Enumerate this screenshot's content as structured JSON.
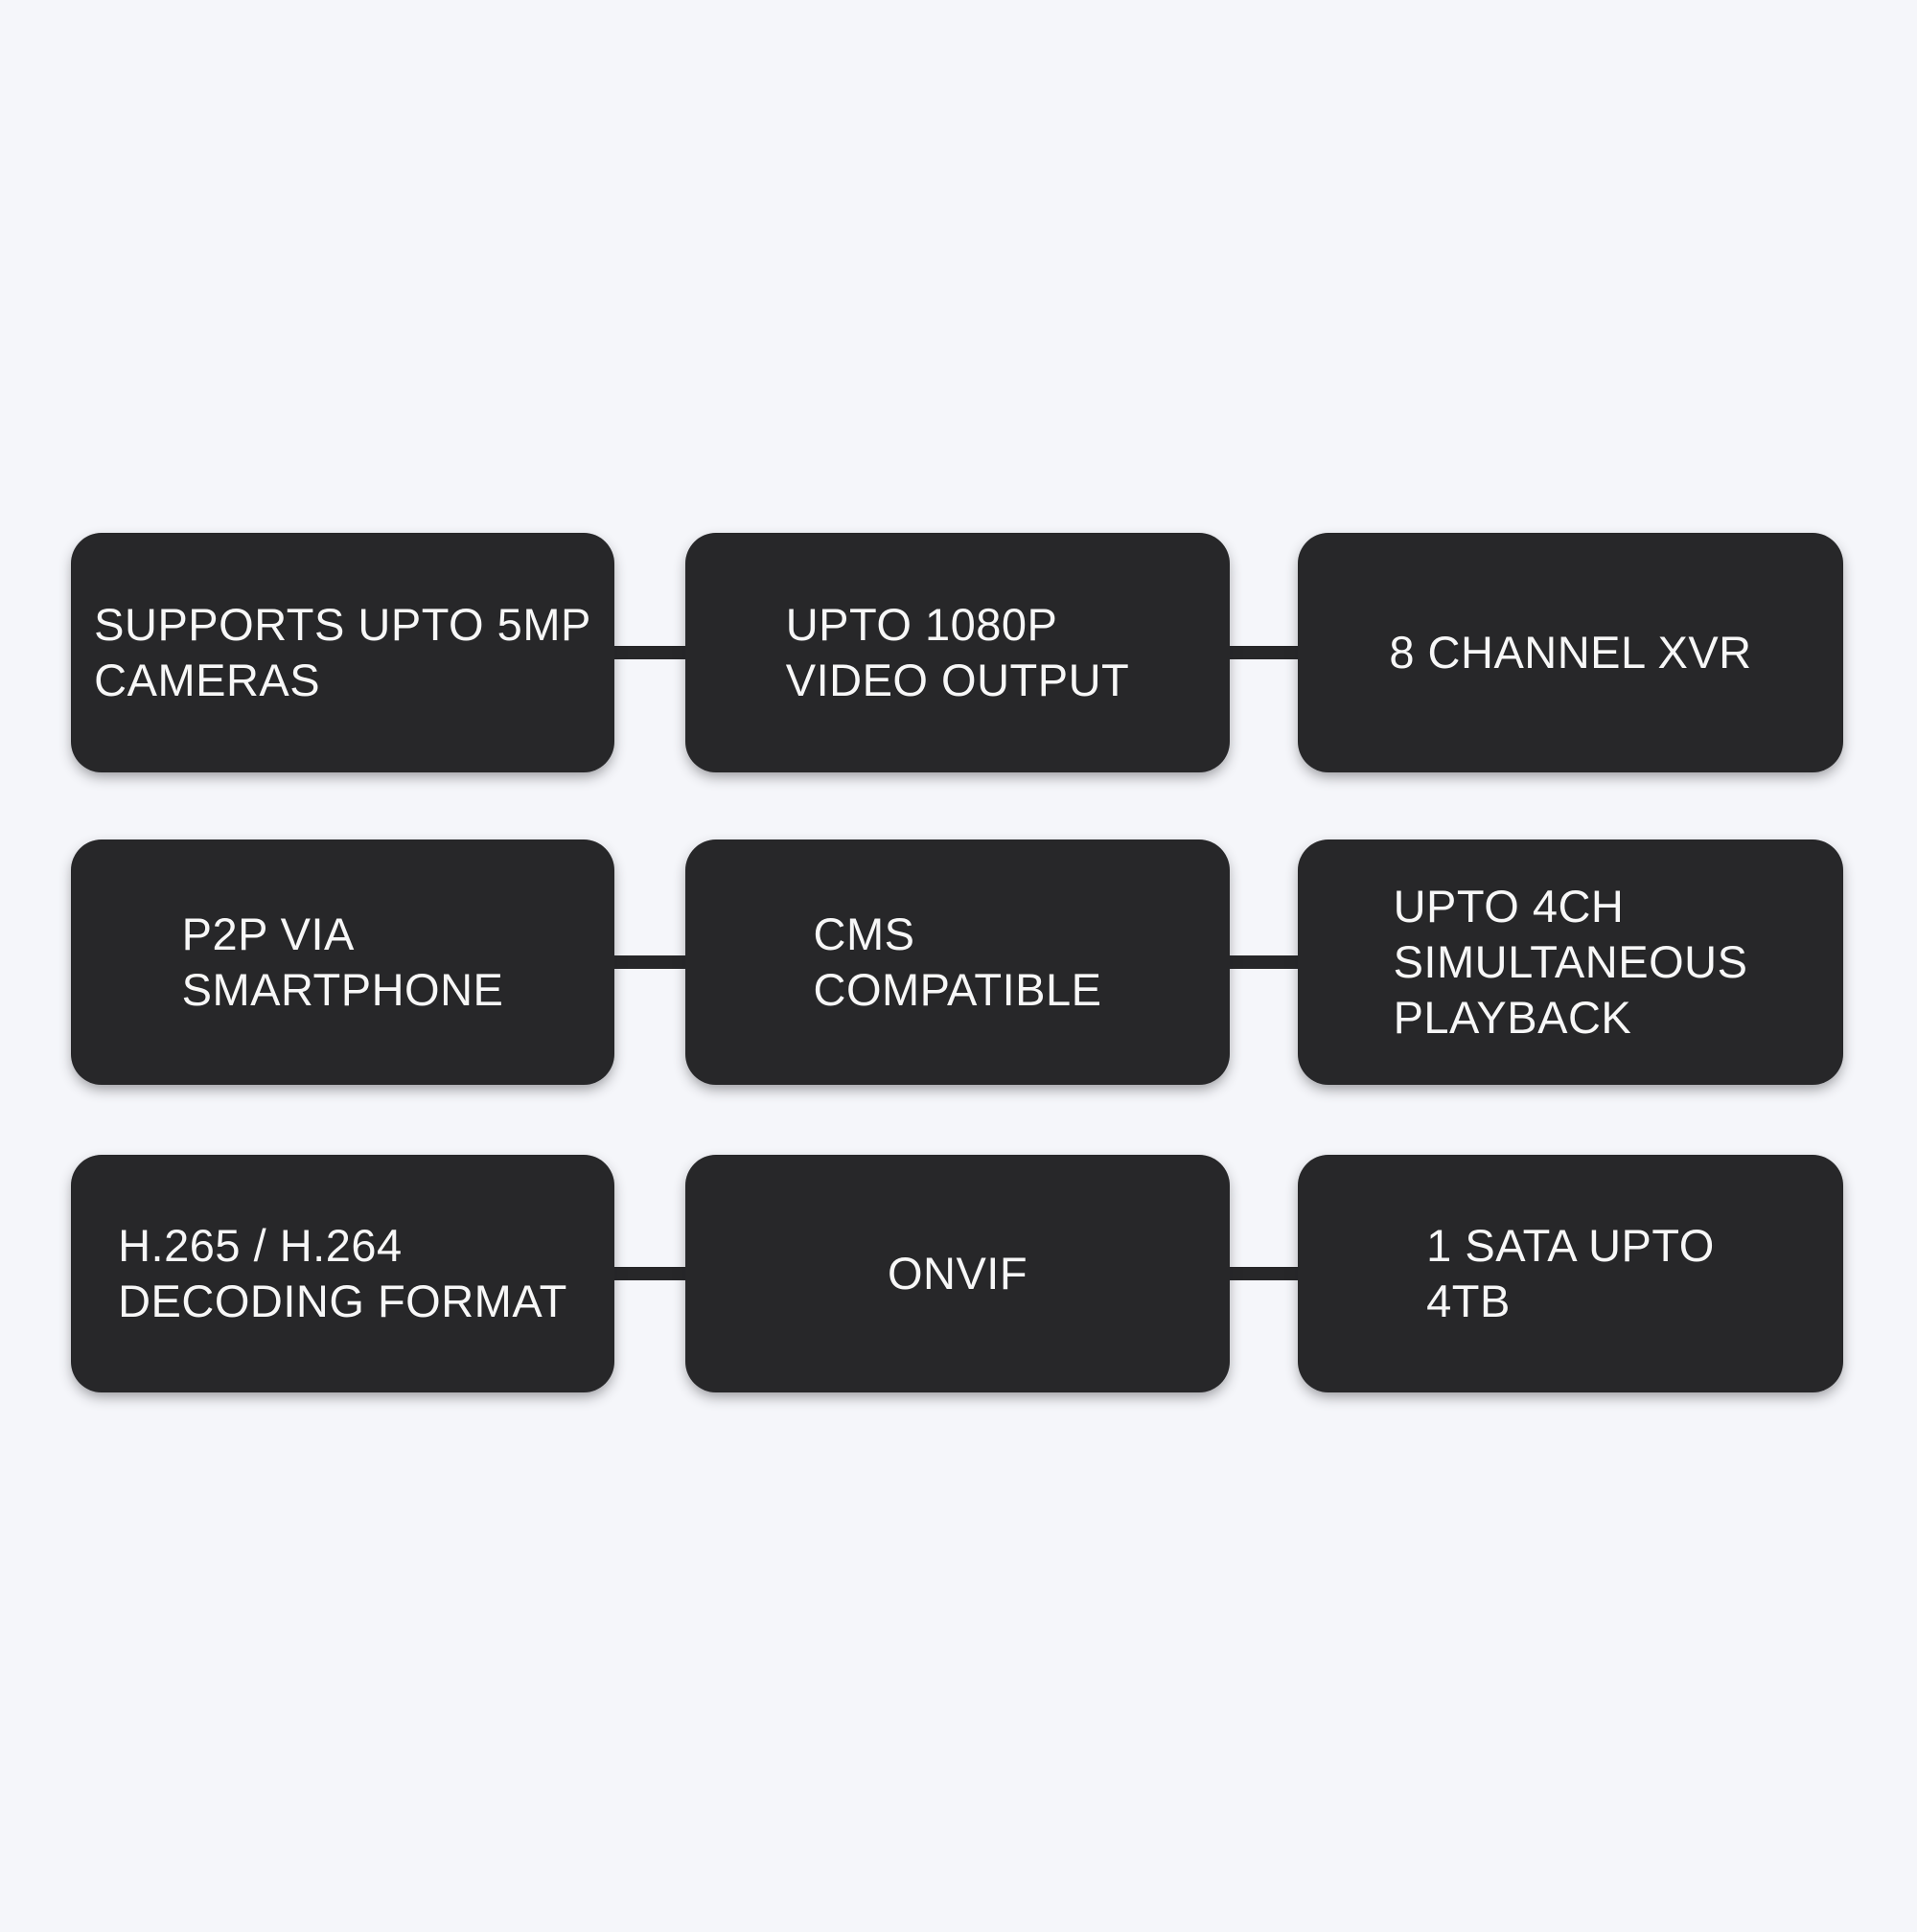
{
  "theme": {
    "background": "#f5f6fa",
    "card-bg": "#272729",
    "card-text": "#f7f7f7",
    "connector": "#272729"
  },
  "cards": [
    {
      "id": "supports-upto-5mp-cameras",
      "text": "SUPPORTS UPTO 5MP\nCAMERAS"
    },
    {
      "id": "upto-1080p-video-output",
      "text": "UPTO 1080P\nVIDEO OUTPUT"
    },
    {
      "id": "8-channel-xvr",
      "text": "8 CHANNEL XVR"
    },
    {
      "id": "p2p-via-smartphone",
      "text": "P2P VIA\nSMARTPHONE"
    },
    {
      "id": "cms-compatible",
      "text": "CMS\nCOMPATIBLE"
    },
    {
      "id": "upto-4ch-simultaneous-playback",
      "text": "UPTO 4CH\nSIMULTANEOUS\nPLAYBACK"
    },
    {
      "id": "h265-h264-decoding-format",
      "text": "H.265 / H.264\nDECODING FORMAT"
    },
    {
      "id": "onvif",
      "text": "ONVIF"
    },
    {
      "id": "1-sata-upto-4tb",
      "text": "1 SATA UPTO\n4TB"
    }
  ]
}
